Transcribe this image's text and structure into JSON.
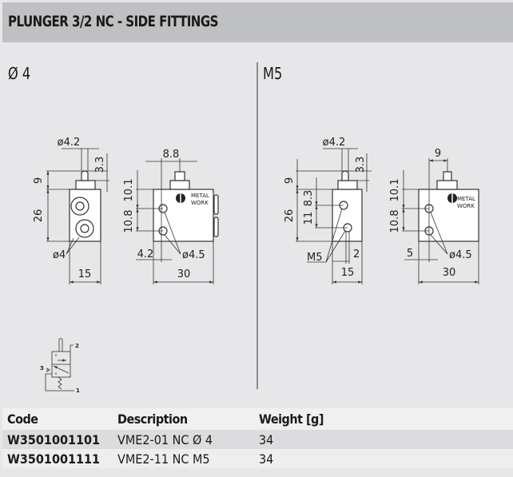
{
  "title": "PLUNGER 3/2 NC - SIDE FITTINGS",
  "sections": {
    "left": "Ø 4",
    "right": "M5"
  },
  "drawing_left": {
    "d_plunger": "ø4.2",
    "h_plunger": "3.3",
    "h_top": "9",
    "h_body": "26",
    "d_port": "ø4",
    "width": "15",
    "d_top": "8.8",
    "h_a": "10.1",
    "h_b": "10.8",
    "x_hole": "4.2",
    "d_hole": "ø4.5",
    "length": "30"
  },
  "drawing_right": {
    "d_plunger": "ø4.2",
    "h_plunger": "3.3",
    "h_top": "9",
    "h_body": "26",
    "h_p1": "8.3",
    "h_p2": "11",
    "port": "M5",
    "offset": "2",
    "width": "15",
    "d_top": "9",
    "h_a": "10.1",
    "h_b": "10.8",
    "x_hole": "5",
    "d_hole": "ø4.5",
    "length": "30"
  },
  "logo": [
    "METAL",
    "WORK"
  ],
  "symbol": {
    "ports": [
      "2",
      "3",
      "1"
    ]
  },
  "table": {
    "headers": [
      "Code",
      "Description",
      "Weight [g]"
    ],
    "rows": [
      [
        "W3501001101",
        "VME2-01 NC Ø 4",
        "34"
      ],
      [
        "W3501001111",
        "VME2-11 NC M5",
        "34"
      ]
    ]
  }
}
